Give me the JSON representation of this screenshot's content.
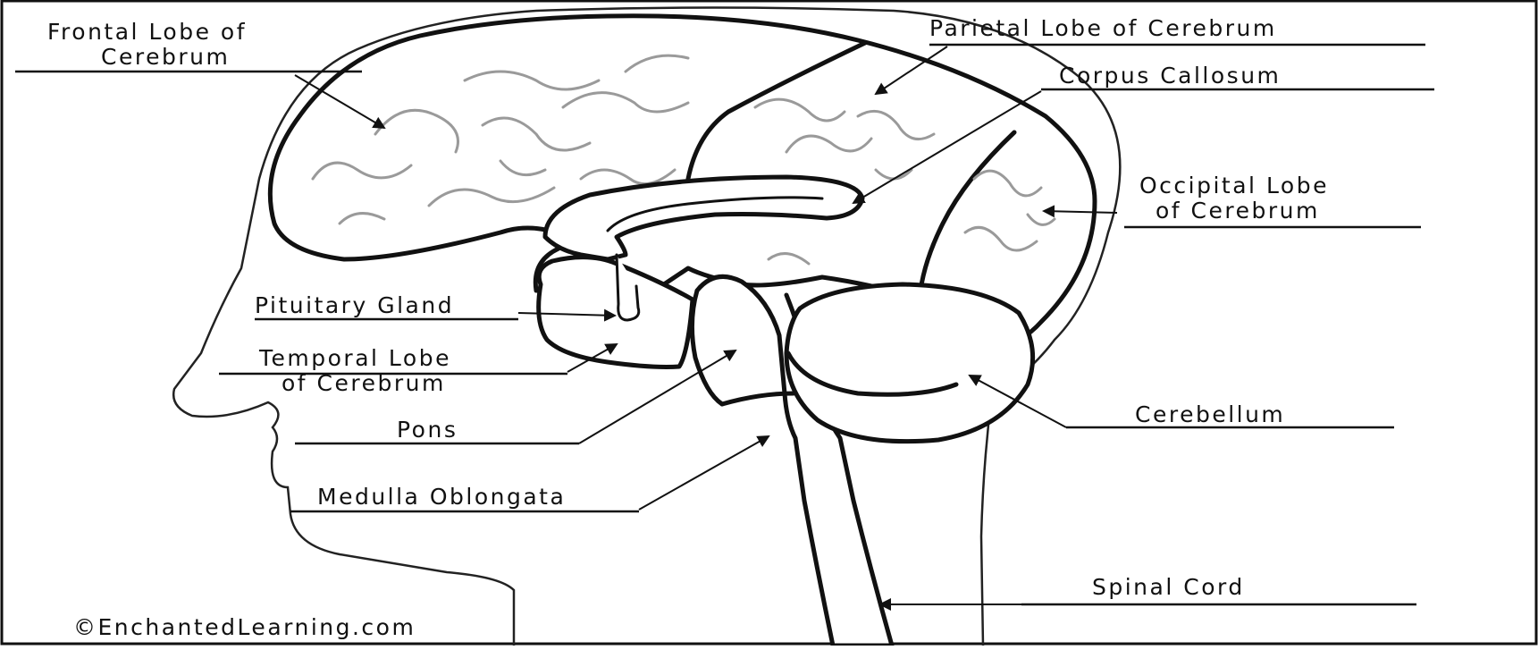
{
  "labels": {
    "frontal_line1": "Frontal Lobe of",
    "frontal_line2": "Cerebrum",
    "parietal": "Parietal Lobe of Cerebrum",
    "corpus_callosum": "Corpus Callosum",
    "occipital_line1": "Occipital Lobe",
    "occipital_line2": "of Cerebrum",
    "pituitary": "Pituitary Gland",
    "temporal_line1": "Temporal Lobe",
    "temporal_line2": "of Cerebrum",
    "pons": "Pons",
    "medulla": "Medulla Oblongata",
    "cerebellum": "Cerebellum",
    "spinal_cord": "Spinal Cord"
  },
  "credit": "©EnchantedLearning.com"
}
